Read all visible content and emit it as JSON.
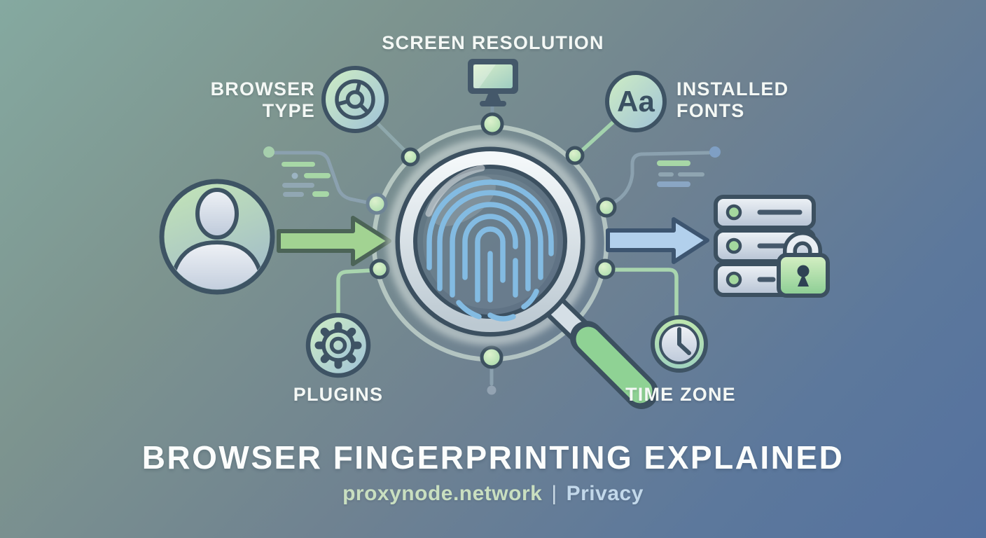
{
  "diagram": {
    "factors": [
      {
        "id": "screen-resolution",
        "icon": "monitor-icon",
        "lines": [
          "SCREEN RESOLUTION"
        ]
      },
      {
        "id": "browser-type",
        "icon": "chrome-browser-icon",
        "lines": [
          "BROWSER",
          "TYPE"
        ]
      },
      {
        "id": "installed-fonts",
        "icon": "installed-fonts-icon",
        "badge_text": "Aa",
        "lines": [
          "INSTALLED",
          "FONTS"
        ]
      },
      {
        "id": "plugins",
        "icon": "gear-icon",
        "lines": [
          "PLUGINS"
        ]
      },
      {
        "id": "time-zone",
        "icon": "clock-icon",
        "lines": [
          "TIME ZONE"
        ]
      }
    ],
    "center_icon": "fingerprint-magnifier-icon",
    "source_icon": "user-avatar-icon",
    "destination_icon": "server-lock-icon"
  },
  "title": "BROWSER FINGERPRINTING EXPLAINED",
  "footer": {
    "site": "proxynode.network",
    "separator": "|",
    "category": "Privacy"
  },
  "colors": {
    "background_top_left": "#85a9a0",
    "background_bottom_right": "#54719f",
    "accent_green": "#a8d89b",
    "accent_blue": "#9dbcdc",
    "outline_slate": "#3c5060",
    "label_text": "#f4f8f5",
    "footer_site_text": "#c9dfc0",
    "footer_category_text": "#c2d8ea"
  }
}
